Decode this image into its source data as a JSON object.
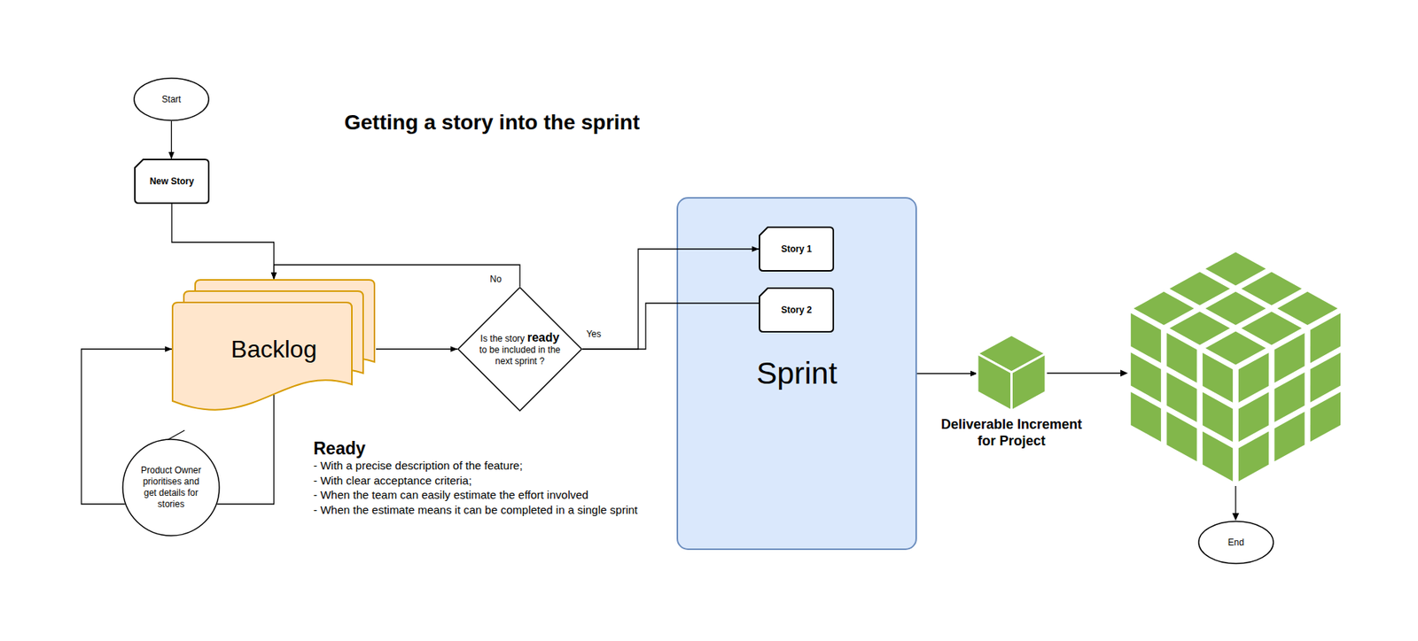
{
  "diagram": {
    "title": "Getting a story into the sprint",
    "nodes": [
      {
        "text": [
          "Start"
        ]
      },
      {
        "text": [
          "New Story"
        ]
      },
      {
        "text": [
          "Backlog"
        ]
      },
      {
        "text": [
          "Product Owner prioritises and get details for stories"
        ]
      },
      {
        "text": [
          "Is the story ready to be included in the next sprint ?"
        ]
      },
      {
        "text": [
          "Sprint"
        ]
      },
      {
        "text": [
          "Story 1"
        ],
        "in": 5
      },
      {
        "text": [
          "Story 2"
        ],
        "in": 5
      },
      {
        "text": [
          "Deliverable Increment for Project"
        ]
      },
      {
        "text": [
          "End"
        ]
      }
    ],
    "edges": [
      {
        "from": 0,
        "to": 1,
        "arrow": "to"
      },
      {
        "from": 1,
        "to": 2,
        "arrow": "to"
      },
      {
        "from": 2,
        "to": 3,
        "arrow": "none"
      },
      {
        "from": 3,
        "to": 2,
        "arrow": "to"
      },
      {
        "from": 2,
        "to": 4,
        "arrow": "to"
      },
      {
        "from": 4,
        "to": 2,
        "label": "No",
        "arrow": "to"
      },
      {
        "from": 4,
        "to": 6,
        "label": "Yes",
        "arrow": "to"
      },
      {
        "from": 4,
        "to": 7,
        "arrow": "none"
      },
      {
        "from": 5,
        "to": 8,
        "arrow": "to"
      }
    ],
    "labels": [
      "Ready",
      "- With a precise description of the feature;",
      "- With clear acceptance criteria;",
      "- When the team can easily estimate the effort involved",
      "- When the estimate means it can be completed in a single sprint"
    ]
  }
}
